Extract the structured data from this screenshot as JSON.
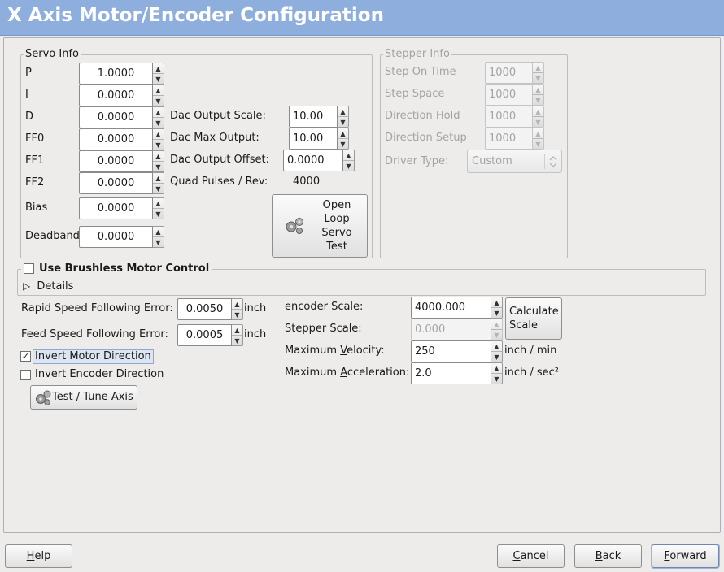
{
  "window": {
    "title": "X Axis Motor/Encoder Configuration"
  },
  "servo_info": {
    "label": "Servo Info",
    "pid": [
      {
        "label": "P",
        "value": "1.0000"
      },
      {
        "label": "I",
        "value": "0.0000"
      },
      {
        "label": "D",
        "value": "0.0000"
      },
      {
        "label": "FF0",
        "value": "0.0000"
      },
      {
        "label": "FF1",
        "value": "0.0000"
      },
      {
        "label": "FF2",
        "value": "0.0000"
      },
      {
        "label": "Bias",
        "value": "0.0000"
      },
      {
        "label": "Deadband",
        "value": "0.0000"
      }
    ],
    "dac_output_scale": {
      "label": "Dac Output Scale:",
      "value": "10.00"
    },
    "dac_max_output": {
      "label": "Dac Max Output:",
      "value": "10.00"
    },
    "dac_output_offset": {
      "label": "Dac Output Offset:",
      "value": "0.0000"
    },
    "quad_pulses": {
      "label": "Quad Pulses / Rev:",
      "value": "4000"
    },
    "open_loop_button": {
      "line1": "Open",
      "line2": "Loop",
      "line3": "Servo",
      "line4": "Test"
    }
  },
  "stepper_info": {
    "label": "Stepper Info",
    "step_on_time": {
      "label": "Step On-Time",
      "value": "1000"
    },
    "step_space": {
      "label": "Step Space",
      "value": "1000"
    },
    "direction_hold": {
      "label": "Direction Hold",
      "value": "1000"
    },
    "direction_setup": {
      "label": "Direction Setup",
      "value": "1000"
    },
    "driver_type": {
      "label": "Driver Type:",
      "value": "Custom"
    }
  },
  "brushless": {
    "label": "Use Brushless Motor Control",
    "checked": false,
    "details": "Details"
  },
  "following": {
    "rapid": {
      "label": "Rapid Speed Following Error:",
      "value": "0.0050",
      "unit": "inch"
    },
    "feed": {
      "label": "Feed Speed Following Error:",
      "value": "0.0005",
      "unit": "inch"
    }
  },
  "scales": {
    "encoder": {
      "label": "encoder Scale:",
      "value": "4000.000"
    },
    "stepper": {
      "label": "Stepper Scale:",
      "value": "0.000"
    },
    "velocity": {
      "pre": "Maximum ",
      "accel_char": "V",
      "post": "elocity:",
      "value": "250",
      "unit": "inch / min"
    },
    "acceleration": {
      "pre": "Maximum ",
      "accel_char": "A",
      "post": "cceleration:",
      "value": "2.0",
      "unit": "inch / sec²"
    },
    "calculate_button": {
      "line1": "Calculate",
      "line2": "Scale"
    }
  },
  "invert_motor": {
    "label": "Invert Motor Direction",
    "checked": true
  },
  "invert_encoder": {
    "label": "Invert Encoder Direction",
    "checked": false
  },
  "test_tune_button": {
    "label": "Test / Tune Axis"
  },
  "footer": {
    "help": {
      "accel": "H",
      "rest": "elp"
    },
    "cancel": {
      "accel": "C",
      "rest": "ancel"
    },
    "back": {
      "accel": "B",
      "rest": "ack"
    },
    "forward": {
      "accel": "F",
      "rest": "orward"
    }
  },
  "icons": {
    "checkmark": "✓",
    "triangle": "▷",
    "spin_up": "▲",
    "spin_down": "▼"
  }
}
